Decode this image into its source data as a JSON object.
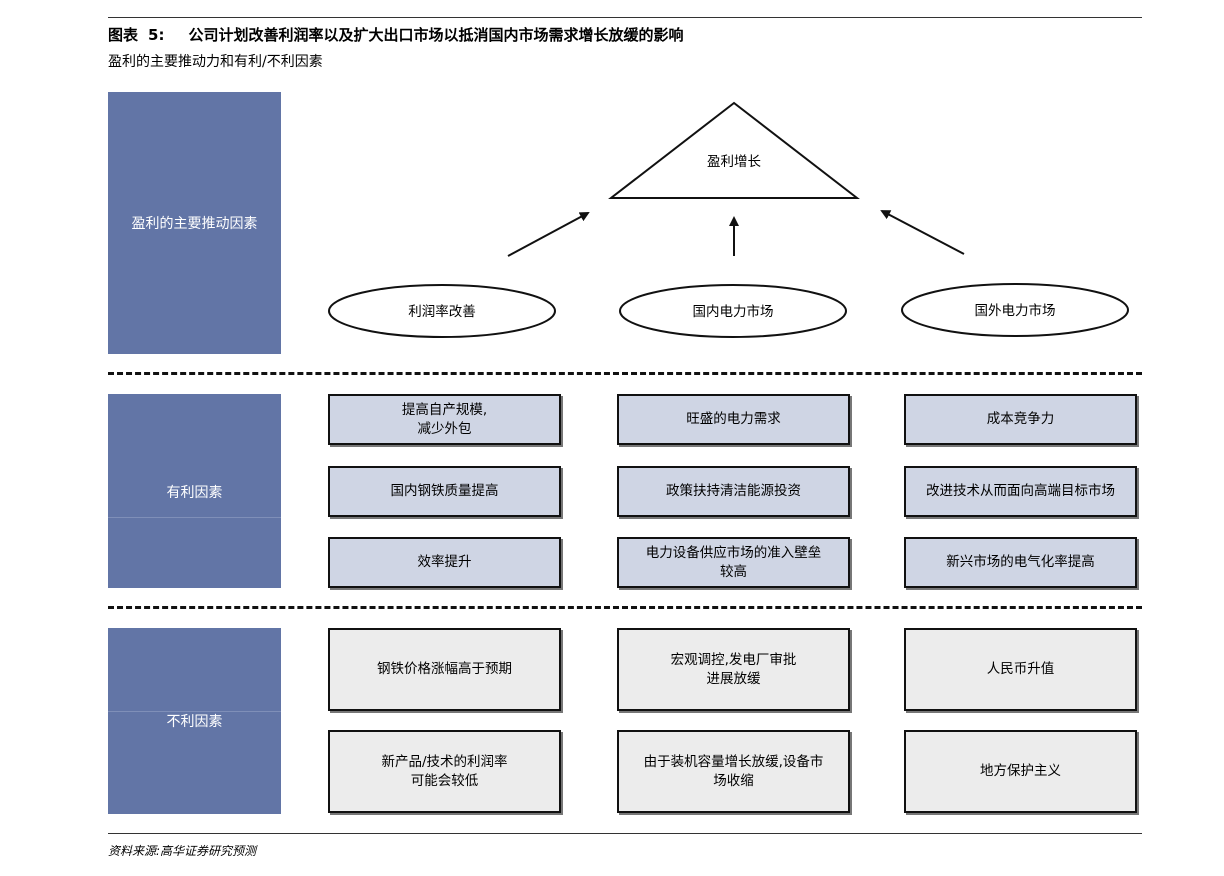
{
  "header": {
    "figure_label": "图表",
    "figure_number": "5:",
    "title": "公司计划改善利润率以及扩大出口市场以抵消国内市场需求增长放缓的影响",
    "subtitle": "盈利的主要推动力和有利/不利因素"
  },
  "drivers_section": {
    "side_label": "盈利的主要推动因素",
    "apex_label": "盈利增长",
    "drivers": [
      "利润率改善",
      "国内电力市场",
      "国外电力市场"
    ]
  },
  "favorable_section": {
    "side_label": "有利因素",
    "columns": [
      [
        "提高自产规模,\n减少外包",
        "国内钢铁质量提高",
        "效率提升"
      ],
      [
        "旺盛的电力需求",
        "政策扶持清洁能源投资",
        "电力设备供应市场的准入壁垒\n较高"
      ],
      [
        "成本竞争力",
        "改进技术从而面向高端目标市场",
        "新兴市场的电气化率提高"
      ]
    ]
  },
  "unfavorable_section": {
    "side_label": "不利因素",
    "columns": [
      [
        "钢铁价格涨幅高于预期",
        "新产品/技术的利润率\n可能会较低"
      ],
      [
        "宏观调控,发电厂审批\n进展放缓",
        "由于装机容量增长放缓,设备市\n场收缩"
      ],
      [
        "人民币升值",
        "地方保护主义"
      ]
    ]
  },
  "footer": {
    "source": "资料来源:高华证券研究预测"
  },
  "colors": {
    "sidebar": "#6275a6",
    "favorable_box": "#cfd5e4",
    "unfavorable_box": "#ececec"
  }
}
